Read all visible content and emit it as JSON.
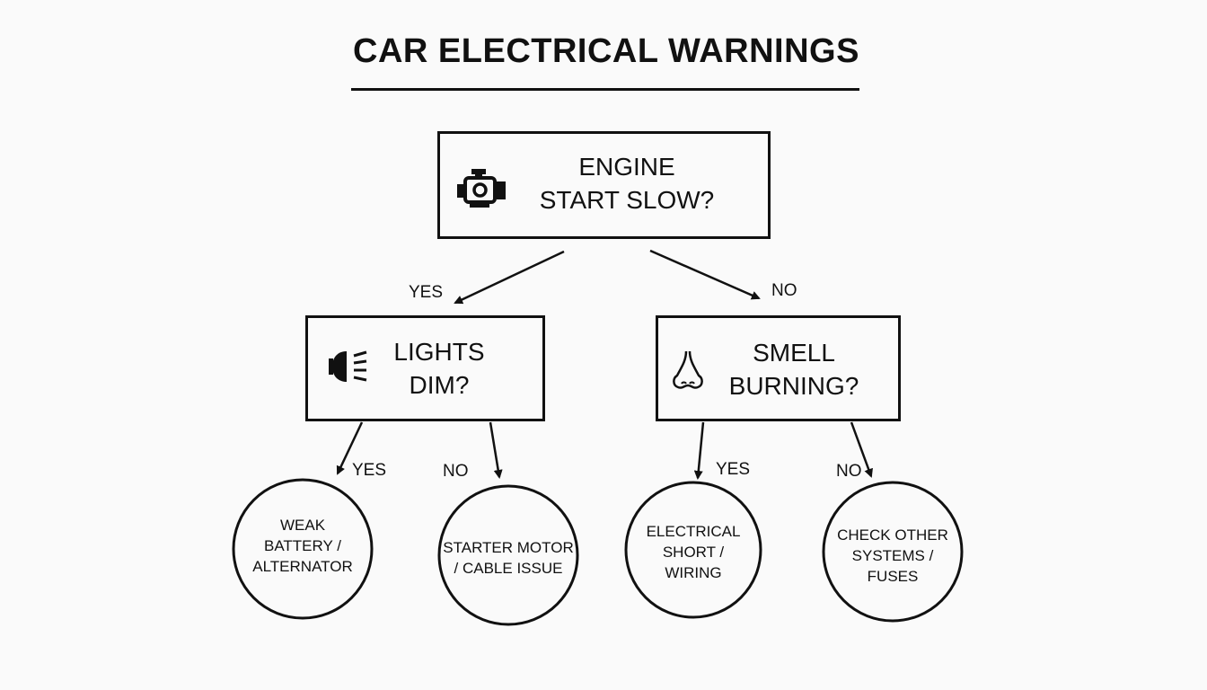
{
  "title": "CAR ELECTRICAL WARNINGS",
  "root": {
    "line1": "ENGINE",
    "line2": "START SLOW?",
    "icon": "engine-icon"
  },
  "branch_labels": {
    "root_yes": "YES",
    "root_no": "NO",
    "lights_yes": "YES",
    "lights_no": "NO",
    "smell_yes": "YES",
    "smell_no": "NO"
  },
  "lights": {
    "line1": "LIGHTS",
    "line2": "DIM?",
    "icon": "headlight-icon"
  },
  "smell": {
    "line1": "SMELL",
    "line2": "BURNING?",
    "icon": "nose-icon"
  },
  "outcomes": {
    "weak_battery": {
      "line1": "WEAK",
      "line2": "BATTERY /",
      "line3": "ALTERNATOR"
    },
    "starter_motor": {
      "line1": "STARTER MOTOR",
      "line2": "/ CABLE ISSUE"
    },
    "electrical_short": {
      "line1": "ELECTRICAL",
      "line2": "SHORT /",
      "line3": "WIRING"
    },
    "check_other": {
      "line1": "CHECK OTHER",
      "line2": "SYSTEMS /",
      "line3": "FUSES"
    }
  }
}
